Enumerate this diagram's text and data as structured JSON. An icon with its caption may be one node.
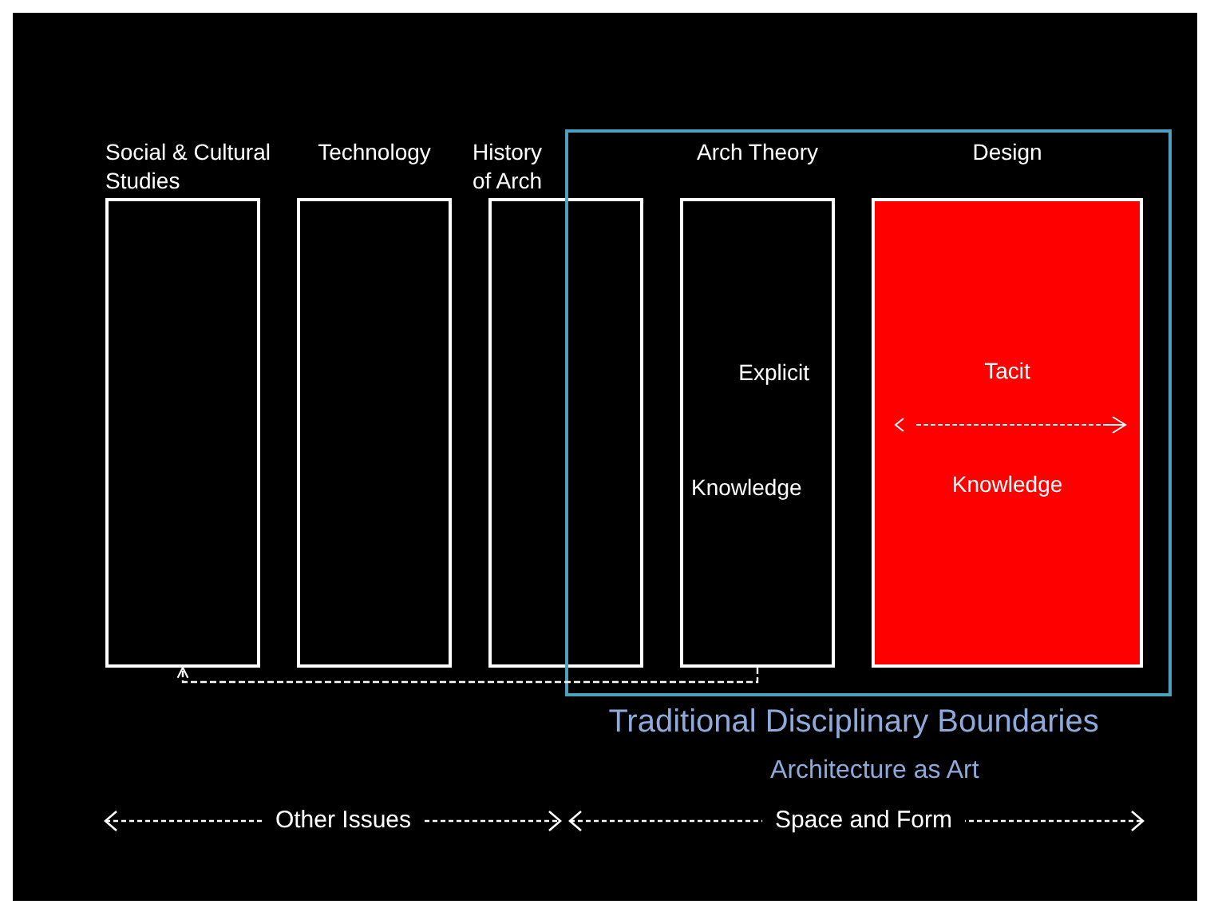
{
  "diagram": {
    "nodes": [
      {
        "text": [
          "Social & Cultural Studies"
        ]
      },
      {
        "text": [
          "Technology"
        ]
      },
      {
        "text": [
          "History of Arch"
        ]
      },
      {
        "text": [
          "Traditional Disciplinary Boundaries",
          "Architecture as Art"
        ]
      },
      {
        "text": [
          "Arch Theory",
          "Explicit",
          "Knowledge"
        ],
        "in": 3
      },
      {
        "text": [
          "Design",
          "Tacit",
          "Knowledge"
        ],
        "in": 3
      }
    ],
    "edges": [
      {
        "from": 4,
        "to": 0,
        "arrow": "to",
        "style": "dashed"
      }
    ],
    "labels": [
      "Other Issues",
      "Space and Form"
    ]
  }
}
